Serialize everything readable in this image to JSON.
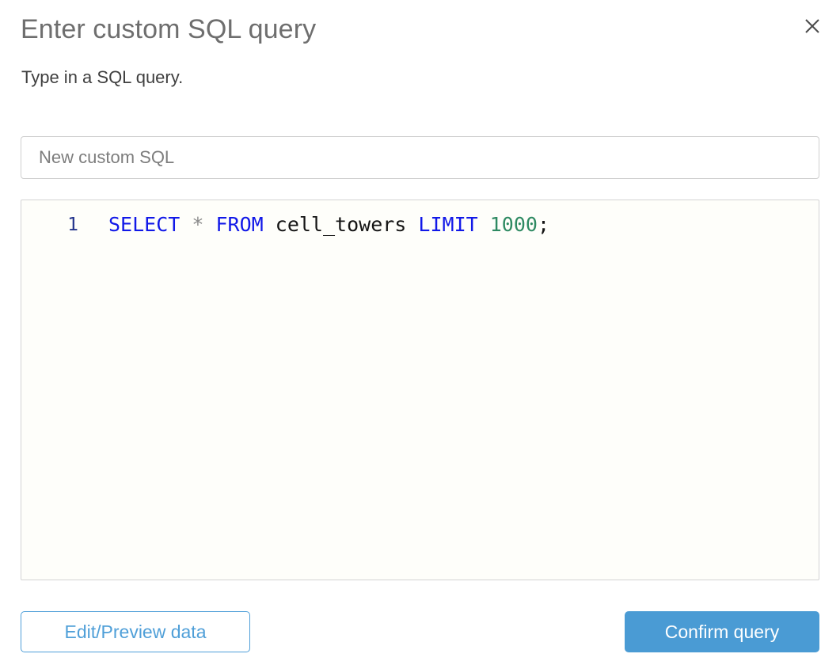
{
  "dialog": {
    "title": "Enter custom SQL query",
    "subtitle": "Type in a SQL query.",
    "close_icon": "close-icon"
  },
  "name_field": {
    "value": "",
    "placeholder": "New custom SQL"
  },
  "editor": {
    "line_number": "1",
    "full_text": "SELECT * FROM cell_towers LIMIT 1000;",
    "tokens": {
      "kw_select": "SELECT",
      "space1": " ",
      "star": "*",
      "space2": " ",
      "kw_from": "FROM",
      "space3": " ",
      "table": "cell_towers",
      "space4": " ",
      "kw_limit": "LIMIT",
      "space5": " ",
      "number": "1000",
      "semicolon": ";"
    }
  },
  "footer": {
    "secondary_label": "Edit/Preview data",
    "primary_label": "Confirm query"
  },
  "colors": {
    "primary": "#4a9bd4",
    "keyword": "#1118e8",
    "number": "#2e8a62",
    "line_number": "#24348c",
    "title_text": "#6e6e6e"
  }
}
